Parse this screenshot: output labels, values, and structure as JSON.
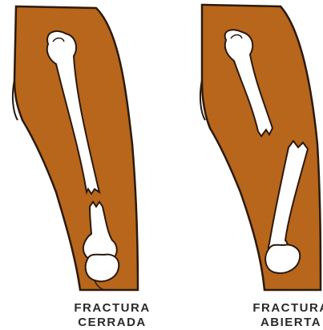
{
  "colors": {
    "skin": "#b8661b",
    "outline": "#2b1a0c",
    "bone": "#ffffff",
    "background": "#ffffff"
  },
  "panels": {
    "left": {
      "line1": "FRACTURA",
      "line2": "CERRADA"
    },
    "right": {
      "line1": "FRACTURA",
      "line2": "ABIERTA"
    }
  }
}
